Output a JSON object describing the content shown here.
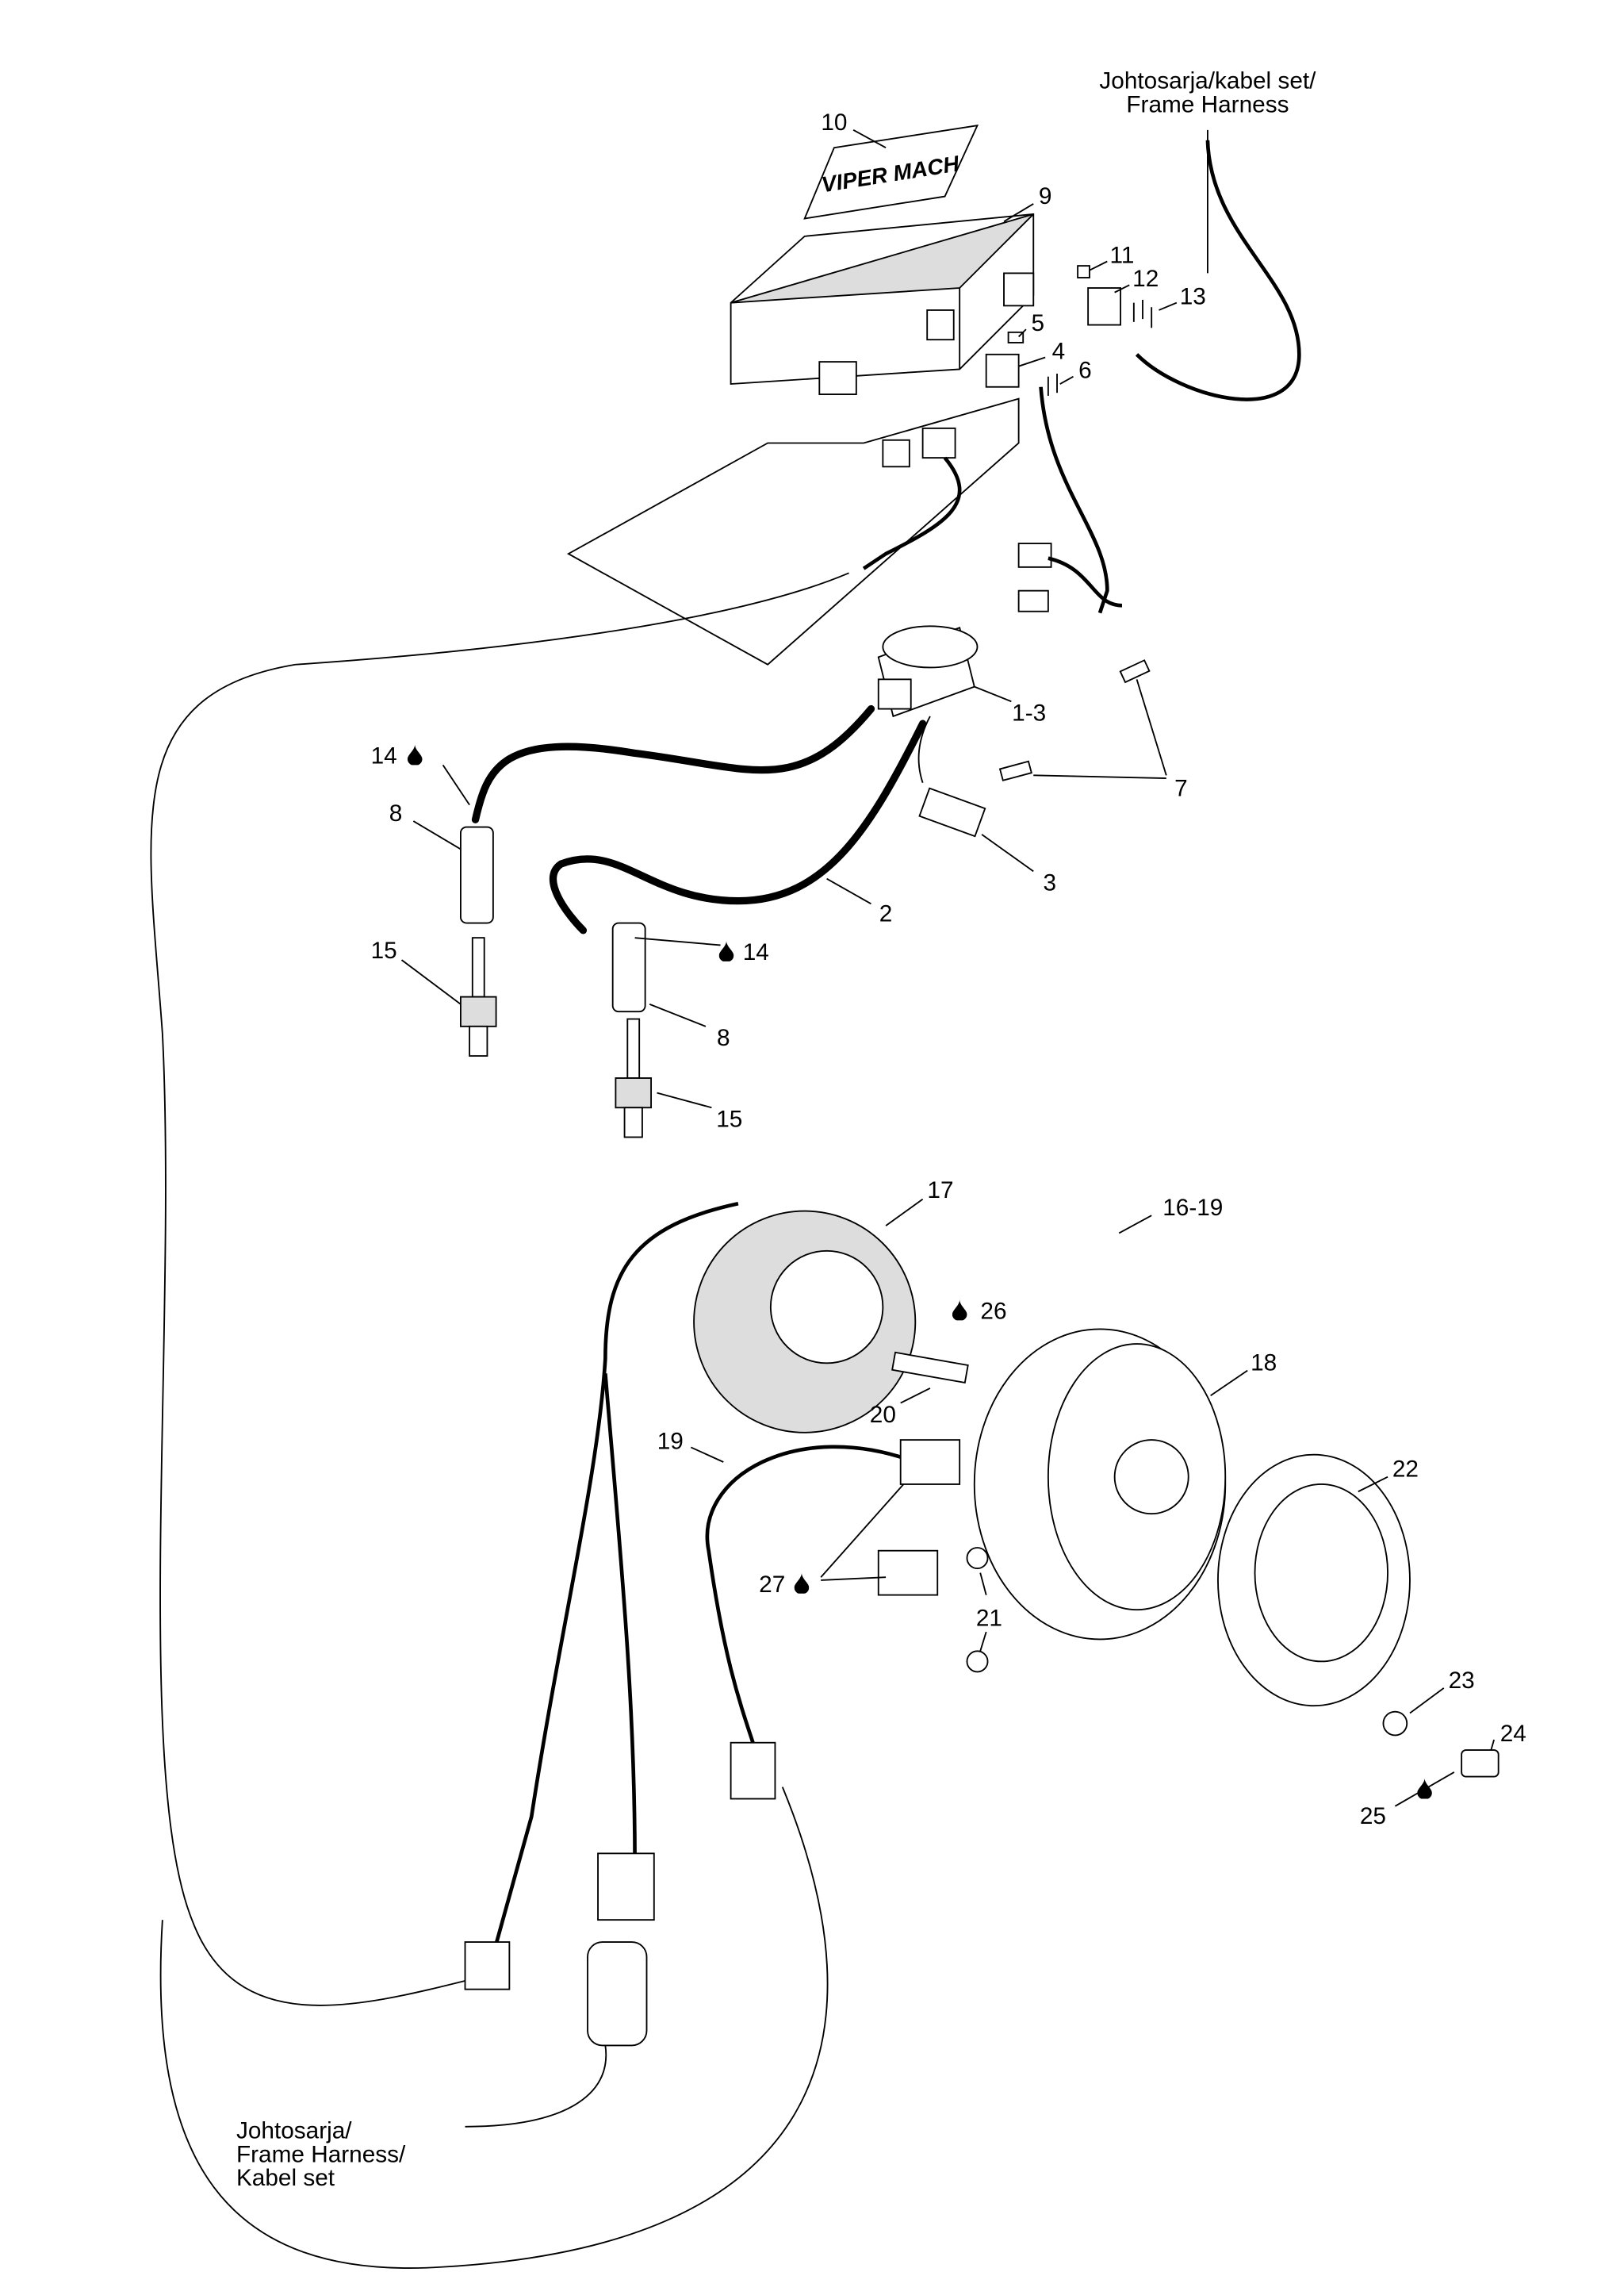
{
  "diagram": {
    "harness_top": {
      "line1": "Johtosarja/kabel set/",
      "line2": "Frame Harness"
    },
    "harness_bottom": {
      "line1": "Johtosarja/",
      "line2": "Frame Harness/",
      "line3": "Kabel set"
    },
    "decal_logo_text": "VIPER MACH",
    "callouts": {
      "c10": "10",
      "c9": "9",
      "c11": "11",
      "c12": "12",
      "c13": "13",
      "c5": "5",
      "c4": "4",
      "c6": "6",
      "c1_3": "1-3",
      "c7": "7",
      "c14a": "14",
      "c8a": "8",
      "c3": "3",
      "c2": "2",
      "c14b": "14",
      "c15a": "15",
      "c8b": "8",
      "c15b": "15",
      "c17": "17",
      "c16_19": "16-19",
      "c26": "26",
      "c18": "18",
      "c20": "20",
      "c19": "19",
      "c22": "22",
      "c27": "27",
      "c21": "21",
      "c23": "23",
      "c24": "24",
      "c25": "25"
    },
    "icons": {
      "lubricant": "drop-icon"
    }
  }
}
